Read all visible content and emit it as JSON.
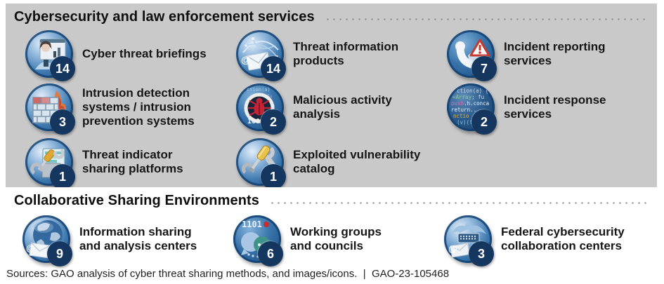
{
  "colors": {
    "panel_background": "#c9c9c9",
    "page_background": "#ffffff",
    "badge_background": "#14365f",
    "icon_ring_blue": "#1c5089",
    "alert_red": "#c43b2e",
    "text": "#1a1a1a"
  },
  "sections": [
    {
      "title": "Cybersecurity and law enforcement services",
      "items": [
        {
          "label": "Cyber threat briefings",
          "count": 14,
          "icon": "presenter-briefing"
        },
        {
          "label": "Threat information\nproducts",
          "count": 14,
          "icon": "email-network"
        },
        {
          "label": "Incident reporting\nservices",
          "count": 7,
          "icon": "phone-alert"
        },
        {
          "label": "Intrusion detection\nsystems / intrusion\nprevention systems",
          "count": 3,
          "icon": "firewall-flame"
        },
        {
          "label": "Malicious activity\nanalysis",
          "count": 2,
          "icon": "bug-magnifier"
        },
        {
          "label": "Incident response\nservices",
          "count": 2,
          "icon": "source-code"
        },
        {
          "label": "Threat indicator\nsharing platforms",
          "count": 1,
          "icon": "tools-screen"
        },
        {
          "label": "Exploited vulnerability\ncatalog",
          "count": 1,
          "icon": "tools"
        }
      ]
    },
    {
      "title": "Collaborative Sharing Environments",
      "items": [
        {
          "label": "Information sharing\nand analysis centers",
          "count": 9,
          "icon": "globe-email"
        },
        {
          "label": "Working groups\nand councils",
          "count": 6,
          "icon": "chat-bubbles-binary"
        },
        {
          "label": "Federal cybersecurity\ncollaboration centers",
          "count": 3,
          "icon": "eagle-keyboard"
        }
      ]
    }
  ],
  "footer": {
    "text": "Sources: GAO analysis of cyber threat sharing methods, and images/icons.  |  GAO-23-105468"
  }
}
